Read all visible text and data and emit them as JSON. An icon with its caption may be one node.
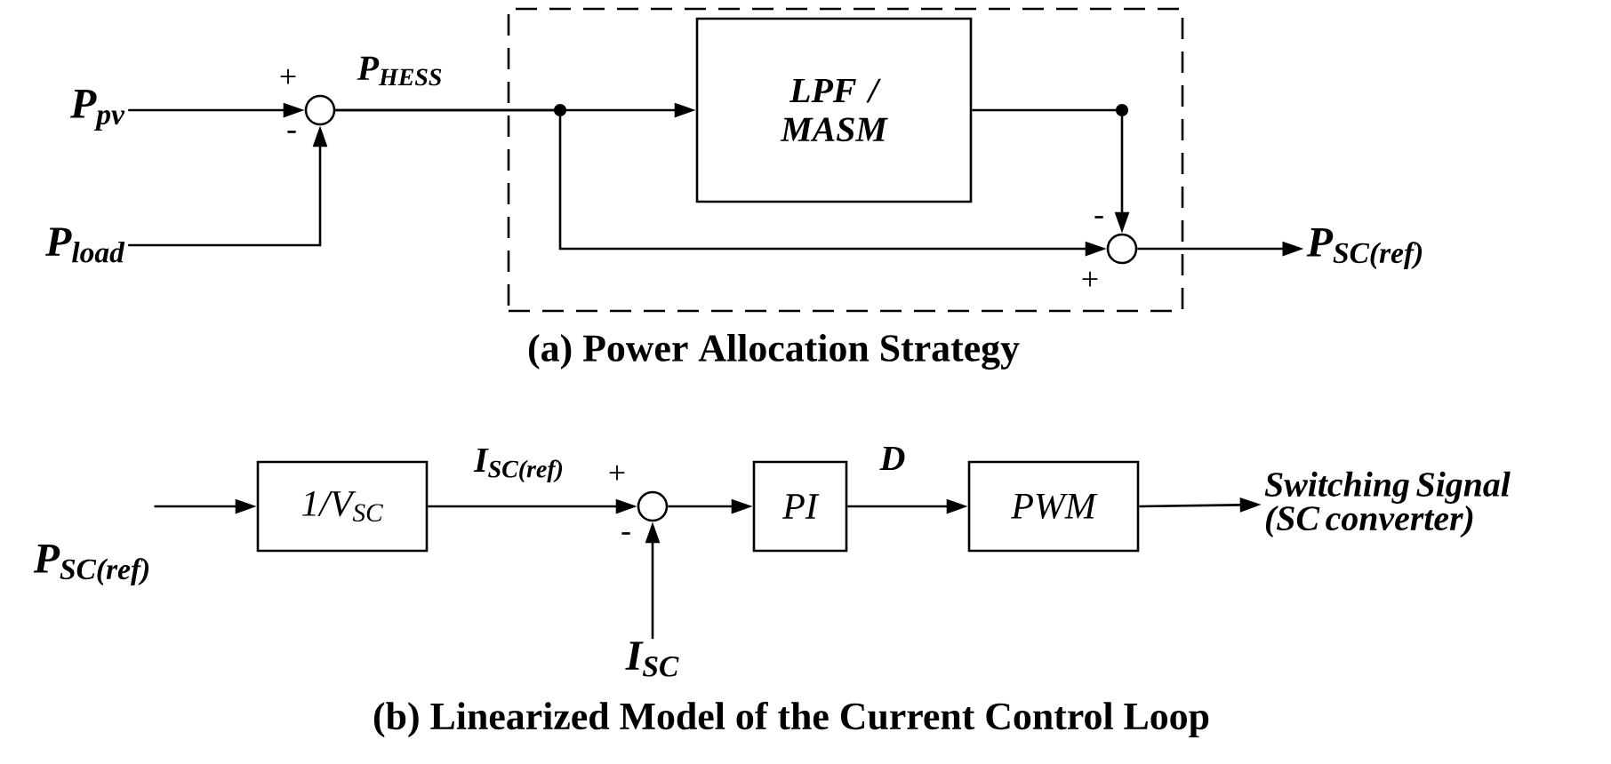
{
  "diagram": {
    "nodes": [
      {
        "text": [
          "P$_{pv}$"
        ]
      },
      {
        "text": [
          "P$_{load}$"
        ]
      },
      {
        "text": [],
        "shape": "circle",
        "beside": [
          "+",
          "-"
        ]
      },
      {
        "text": [],
        "shape": "box"
      },
      {
        "text": [
          "LPF / MASM"
        ],
        "in": 3
      },
      {
        "text": [],
        "shape": "circle",
        "in": 3,
        "beside": [
          "-",
          "+"
        ]
      },
      {
        "text": [
          "P$_{SC(ref)}$"
        ]
      },
      {
        "text": [
          "P$_{SC(ref)}$"
        ]
      },
      {
        "text": [
          "1/V$_{SC}$"
        ]
      },
      {
        "text": [],
        "shape": "circle",
        "beside": [
          "+",
          "-"
        ]
      },
      {
        "text": [
          "PI"
        ]
      },
      {
        "text": [
          "D"
        ]
      },
      {
        "text": [
          "PWM"
        ]
      },
      {
        "text": [
          "Switching Signal (SC converter)"
        ]
      },
      {
        "text": [
          "I$_{SC}$"
        ]
      }
    ],
    "edges": [
      {
        "from": 0,
        "to": 2,
        "arrow": "to"
      },
      {
        "from": 1,
        "to": 2,
        "arrow": "to"
      },
      {
        "from": 2,
        "to": 4,
        "arrow": "to",
        "label": "P$_{HESS}$"
      },
      {
        "from": 2,
        "to": 5,
        "arrow": "to"
      },
      {
        "from": 4,
        "to": 5,
        "arrow": "to"
      },
      {
        "from": 5,
        "to": 6,
        "arrow": "to"
      },
      {
        "from": 7,
        "to": 8,
        "arrow": "to"
      },
      {
        "from": 8,
        "to": 9,
        "arrow": "to",
        "label": "I$_{SC(ref)}$"
      },
      {
        "from": 14,
        "to": 9,
        "arrow": "to"
      },
      {
        "from": 9,
        "to": 10,
        "arrow": "to"
      },
      {
        "from": 10,
        "to": 12,
        "arrow": "to"
      },
      {
        "from": 12,
        "to": 13,
        "arrow": "to"
      }
    ],
    "labels": [
      "(a) Power Allocation Strategy",
      "(b) Linearized Model of the Current Control Loop"
    ]
  }
}
